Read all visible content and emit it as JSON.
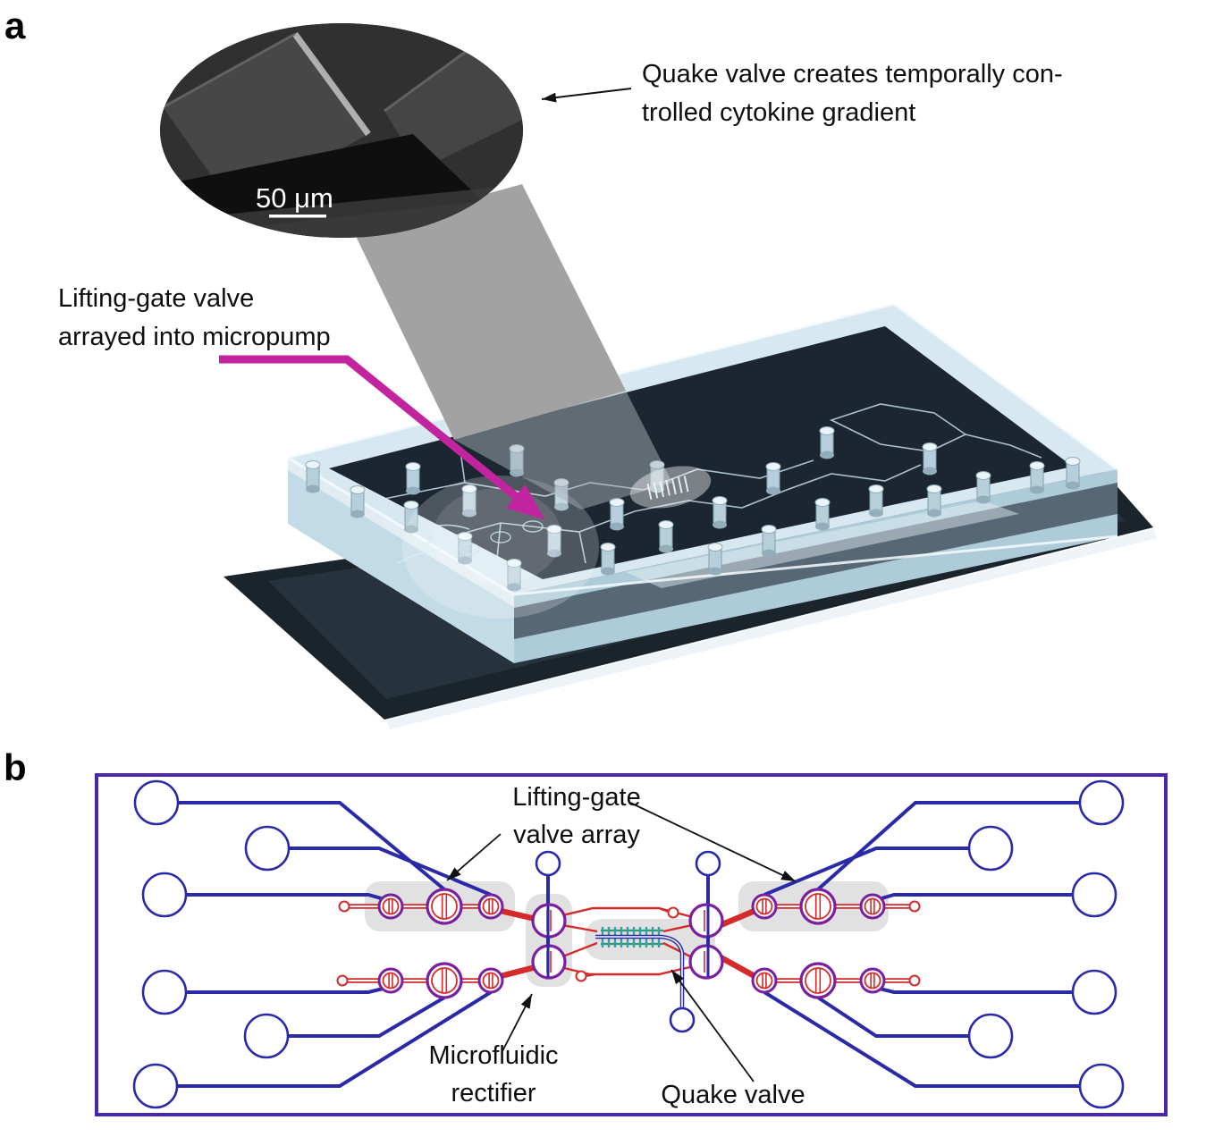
{
  "panel_a": {
    "label": "a",
    "sem_inset": {
      "scale_label": "50 μm"
    },
    "quake_annotation": {
      "line1": "Quake valve creates temporally con-",
      "line2": "trolled cytokine gradient"
    },
    "lifting_annotation": {
      "line1": "Lifting-gate valve",
      "line2": "arrayed into micropump"
    },
    "colors": {
      "pointer_arrow": "#c2239e",
      "annotation_arrow": "#111111"
    }
  },
  "panel_b": {
    "label": "b",
    "labels": {
      "valve_array_line1": "Lifting-gate",
      "valve_array_line2": "valve array",
      "rectifier_line1": "Microfluidic",
      "rectifier_line2": "rectifier",
      "quake": "Quake valve"
    },
    "colors": {
      "border": "#4a26aa",
      "control_channel": "#2a2aa8",
      "fluid_channel": "#d42a2a",
      "valve_ring": "#7a1fa0",
      "quake_tick": "#3a9ab0",
      "quake_rail": "#2f9e5f",
      "highlight_pad": "#dcdcdc"
    }
  }
}
